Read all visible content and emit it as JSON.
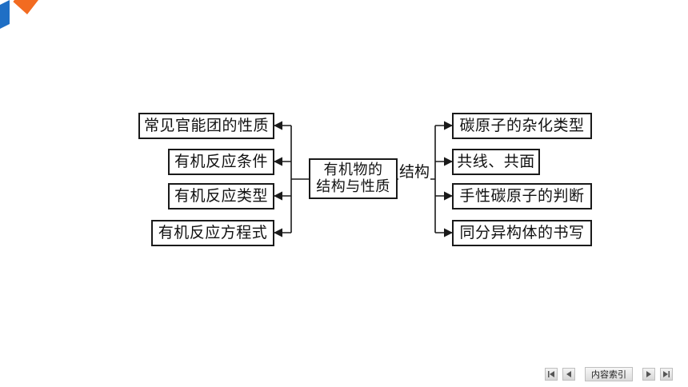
{
  "diagram": {
    "center": {
      "line1": "有机物的",
      "line2": "结构与性质"
    },
    "right_edge_label": "结构",
    "left_nodes": [
      "常见官能团的性质",
      "有机反应条件",
      "有机反应类型",
      "有机反应方程式"
    ],
    "right_nodes": [
      "碳原子的杂化类型",
      "共线、共面",
      "手性碳原子的判断",
      "同分异构体的书写"
    ]
  },
  "nav": {
    "index_label": "内容索引"
  },
  "colors": {
    "logo_orange": "#f26b21",
    "logo_blue": "#1f6fc5",
    "line": "#1a1a1a"
  }
}
